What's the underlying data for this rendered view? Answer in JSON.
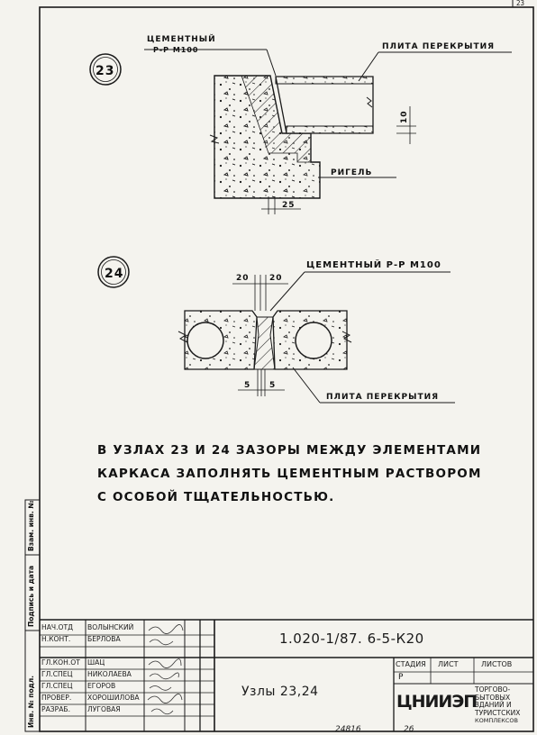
{
  "sheet_number": "23",
  "node_23": {
    "label": "23",
    "callout_cement_line1": "ЦЕМЕНТНЫЙ",
    "callout_cement_line2": "Р-Р М100",
    "callout_slab": "ПЛИТА ПЕРЕКРЫТИЯ",
    "callout_girder": "РИГЕЛЬ",
    "dim_10": "10",
    "dim_25": "25"
  },
  "node_24": {
    "label": "24",
    "callout_cement": "ЦЕМЕНТНЫЙ Р-Р М100",
    "callout_slab": "ПЛИТА ПЕРЕКРЫТИЯ",
    "dim_top_left": "20",
    "dim_top_right": "20",
    "dim_bottom_left": "5",
    "dim_bottom_right": "5"
  },
  "note": {
    "line1": "В узлах 23 и 24 зазоры между элементами",
    "line2": "каркаса заполнять цементным раствором",
    "line3": "с особой тщательностью."
  },
  "side_labels": [
    "Инв. № подл.",
    "Подпись и дата",
    "Взам. инв. №"
  ],
  "title_block": {
    "roles": [
      "НАЧ.ОТД",
      "Н.КОНТ.",
      "ГЛ.КОН.ОТ",
      "ГЛ.СПЕЦ",
      "ГЛ.СПЕЦ",
      "ПРОВЕР.",
      "РАЗРАБ."
    ],
    "names": [
      "ВОЛЫНСКИЙ",
      "БЕРЛОВА",
      "ШАЦ",
      "НИКОЛАЕВА",
      "ЕГОРОВ",
      "ХОРОШИЛОВА",
      "ЛУГОВАЯ"
    ],
    "document_code": "1.020-1/87. 6-5-К20",
    "sheet_title": "Узлы 23,24",
    "stage_header": "СТАДИЯ",
    "sheet_header": "ЛИСТ",
    "sheets_header": "ЛИСТОВ",
    "stage_value": "Р",
    "org_logo": "ЦНИИЭП",
    "org_line1": "ТОРГОВО-",
    "org_line2": "БЫТОВЫХ",
    "org_line3": "ЗДАНИЙ И",
    "org_line4": "ТУРИСТСКИХ",
    "org_line5": "КОМПЛЕКСОВ"
  },
  "footer": {
    "inventory": "24816",
    "page": "26"
  },
  "colors": {
    "ink": "#1a1a1a",
    "paper": "#f4f3ee"
  }
}
